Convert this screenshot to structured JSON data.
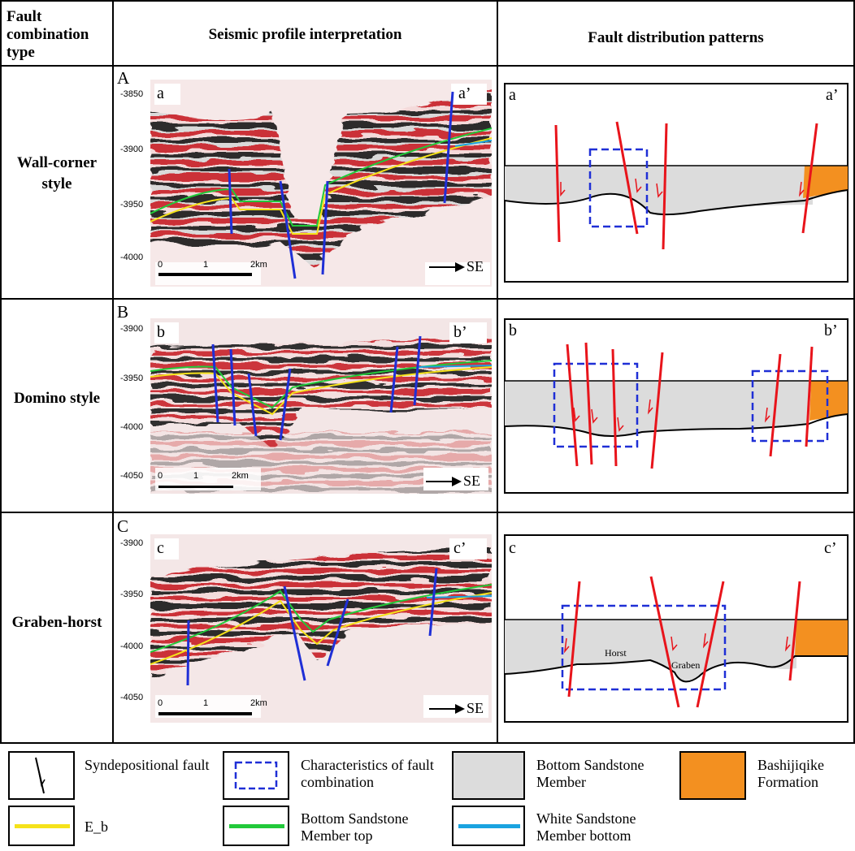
{
  "header": {
    "col1": "Fault combination type",
    "col2": "Seismic profile interpretation",
    "col3": "Fault distribution patterns"
  },
  "rows": [
    {
      "label": "Wall-corner style",
      "panel_letter": "A",
      "left_label": "a",
      "right_label": "a’",
      "depth_ticks": [
        "-3850",
        "-3900",
        "-3950",
        "-4000"
      ],
      "scale": [
        "0",
        "1",
        "2km"
      ],
      "direction": "SE",
      "pattern_left": "a",
      "pattern_right": "a’"
    },
    {
      "label": "Domino style",
      "panel_letter": "B",
      "left_label": "b",
      "right_label": "b’",
      "depth_ticks": [
        "-3900",
        "-3950",
        "-4000",
        "-4050"
      ],
      "scale": [
        "0",
        "1",
        "2km"
      ],
      "direction": "SE",
      "pattern_left": "b",
      "pattern_right": "b’"
    },
    {
      "label": "Graben-horst",
      "panel_letter": "C",
      "left_label": "c",
      "right_label": "c’",
      "depth_ticks": [
        "-3900",
        "-3950",
        "-4000",
        "-4050"
      ],
      "scale": [
        "0",
        "1",
        "2km"
      ],
      "direction": "SE",
      "pattern_left": "c",
      "pattern_right": "c’",
      "horst_label": "Horst",
      "graben_label": "Graben"
    }
  ],
  "legend": {
    "syndepositional": "Syndepositional fault",
    "characteristics": "Characteristics of fault combination",
    "bottom_member": "Bottom Sandstone Member",
    "bashijiqike": "Bashijiqike Formation",
    "eb": "E_b",
    "bottom_top": "Bottom Sandstone Member top",
    "white_bottom": "White Sandstone Member bottom"
  },
  "colors": {
    "fault_red": "#e8141b",
    "fault_blue": "#1f2fd6",
    "sandstone_gray": "#dcdcdc",
    "bashijiqike_orange": "#f39020",
    "eb_yellow": "#f5e21a",
    "bottom_top_green": "#22c93a",
    "white_bottom_cyan": "#1aa3e0"
  }
}
